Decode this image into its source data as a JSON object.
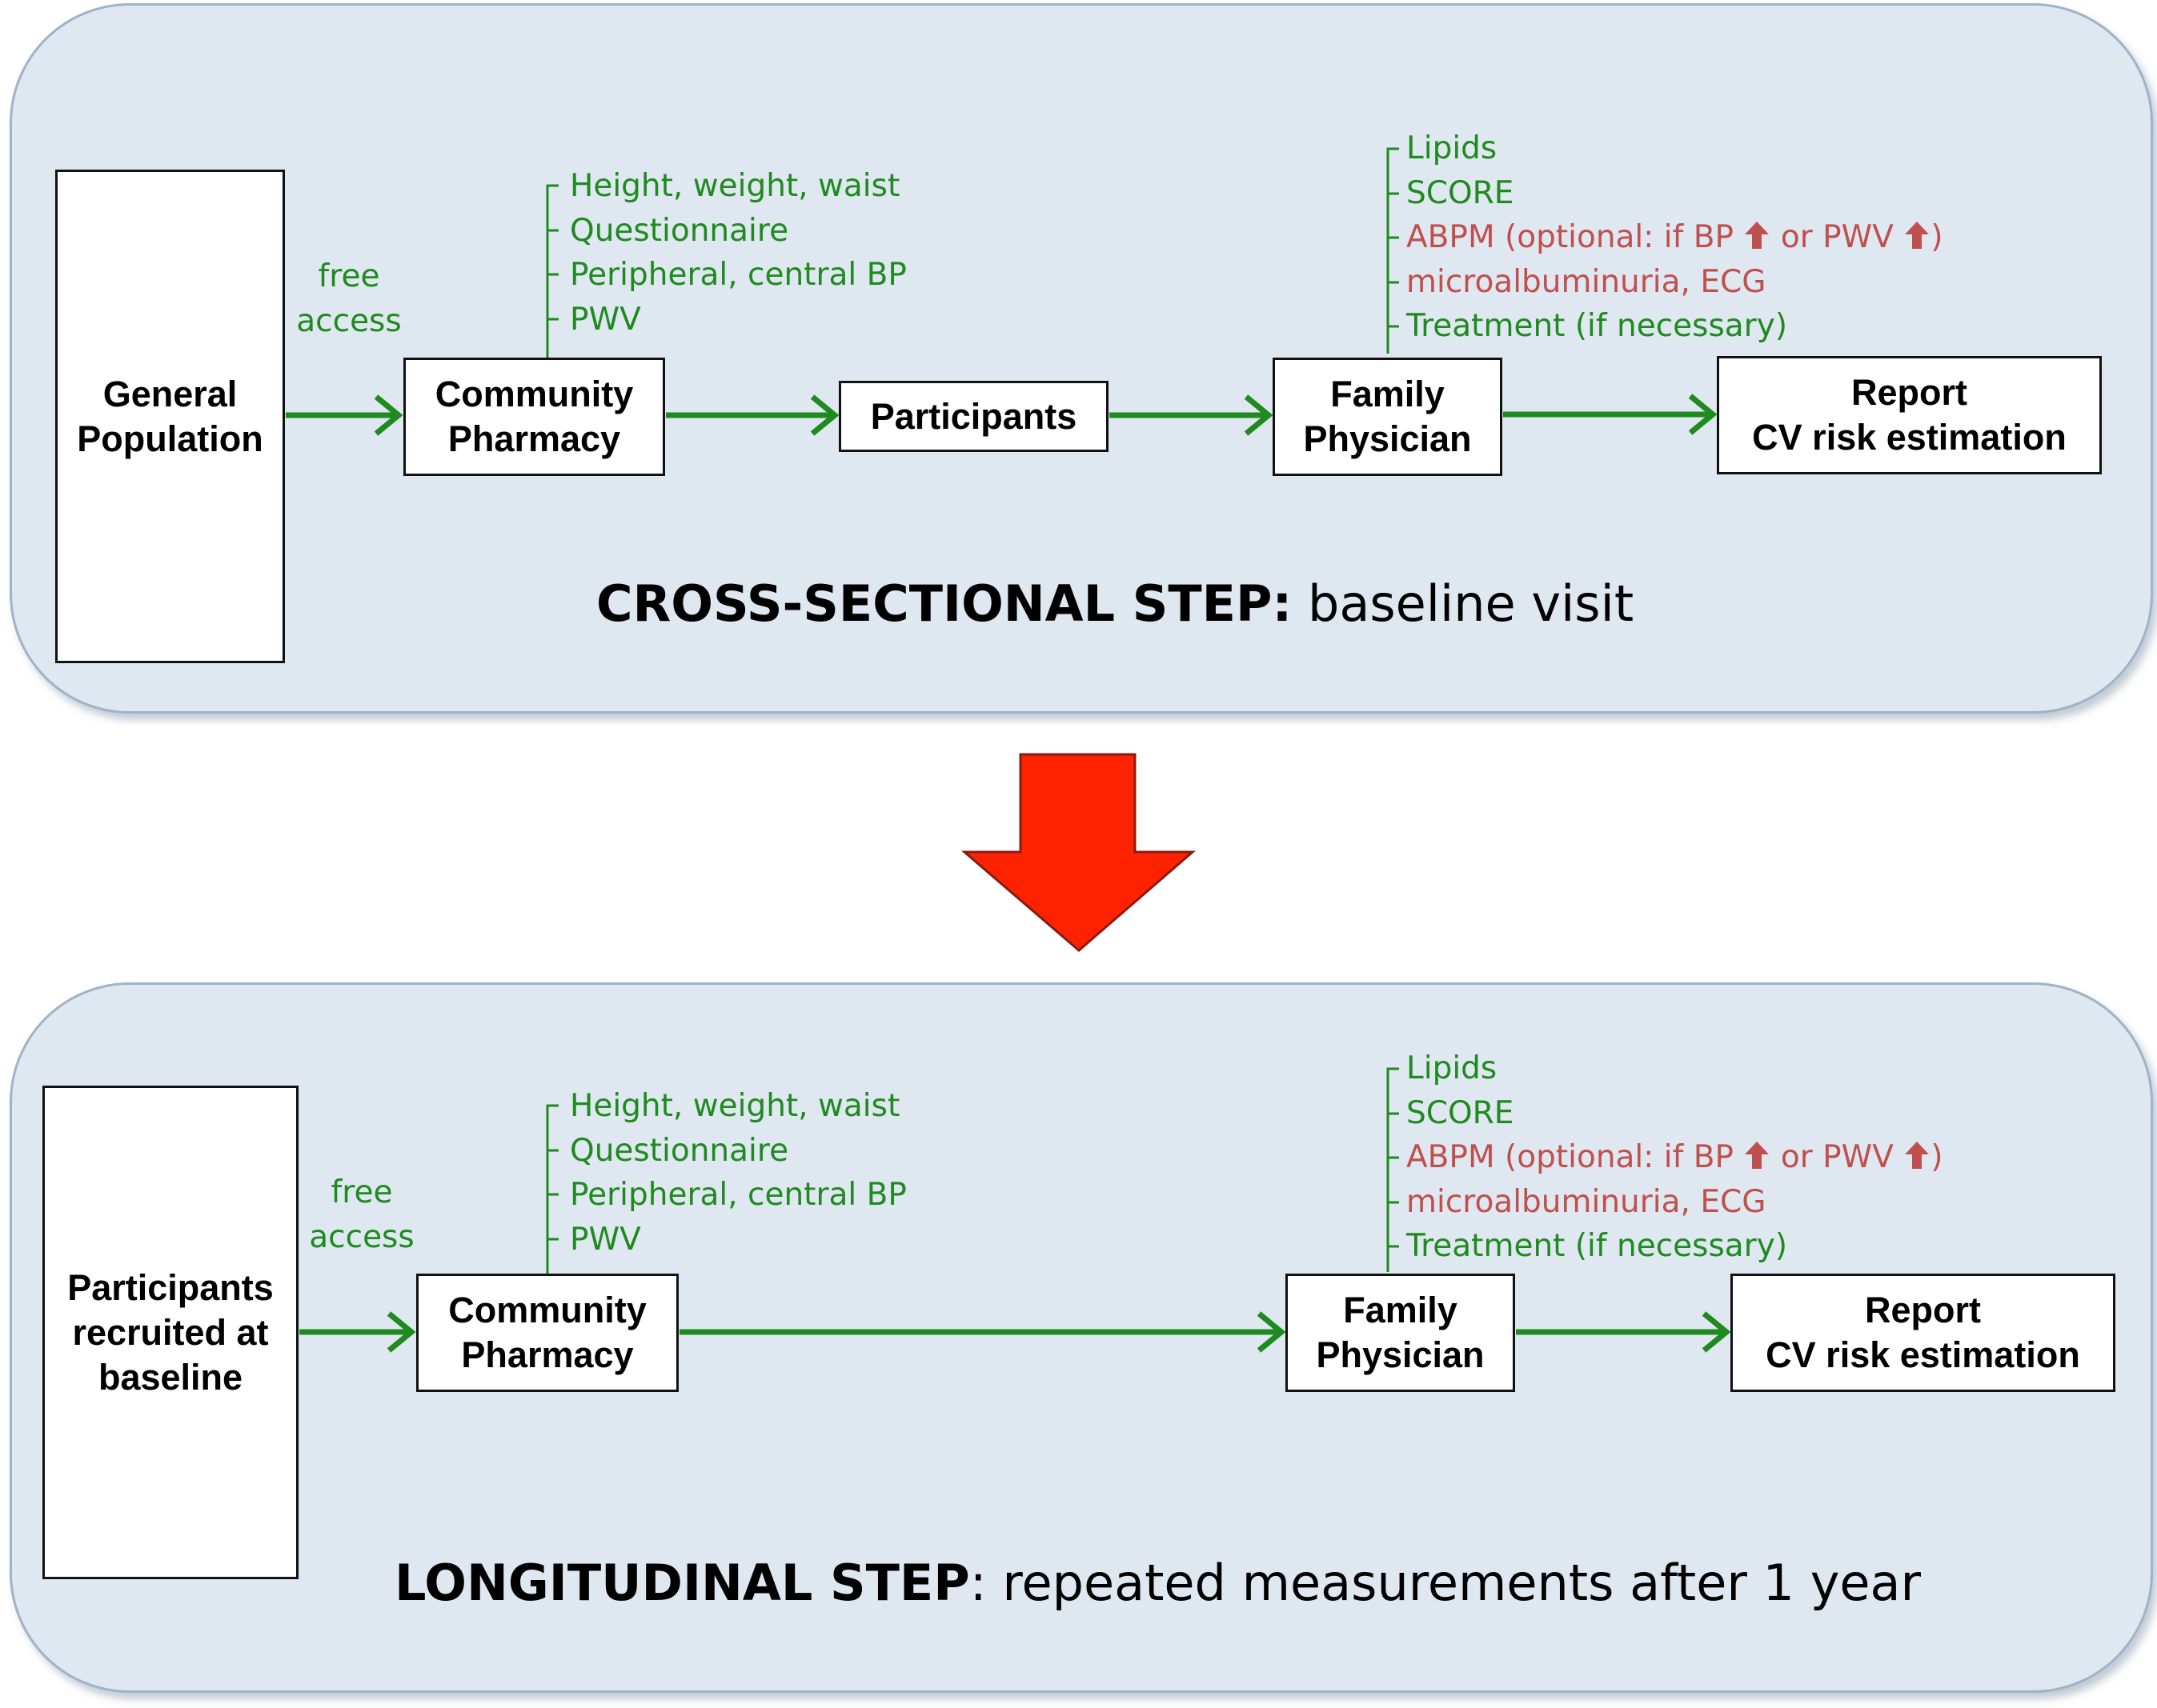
{
  "colors": {
    "panel_fill": "#dfe8f1",
    "panel_border": "#9fb3c8",
    "arrow_green": "#1f8a1f",
    "text_green": "#1f8a1f",
    "text_red": "#c0504d",
    "big_arrow_red": "#ff2200"
  },
  "cross_sectional": {
    "source_box": "General\nPopulation",
    "access_label": "free\naccess",
    "pharmacy_box": "Community\nPharmacy",
    "pharmacy_items": [
      "Height, weight, waist",
      "Questionnaire",
      "Peripheral, central  BP",
      "PWV"
    ],
    "participants_box": "Participants",
    "physician_box": "Family\nPhysician",
    "physician_items": [
      {
        "text": "Lipids",
        "color": "green"
      },
      {
        "text": "SCORE",
        "color": "green"
      },
      {
        "text": "ABPM (optional: if BP",
        "arrow_icon": "up-arrow-icon",
        "text2": "or PWV",
        "color": "red"
      },
      {
        "text": "microalbuminuria, ECG",
        "color": "red"
      },
      {
        "text": "Treatment (if necessary)",
        "color": "green"
      }
    ],
    "report_box": "Report\nCV risk estimation",
    "title_bold": "CROSS-SECTIONAL STEP:",
    "title_rest": " baseline visit"
  },
  "longitudinal": {
    "source_box": "Participants\nrecruited at\nbaseline",
    "access_label": "free\naccess",
    "pharmacy_box": "Community\nPharmacy",
    "pharmacy_items": [
      "Height, weight, waist",
      "Questionnaire",
      "Peripheral, central  BP",
      "PWV"
    ],
    "physician_box": "Family\nPhysician",
    "physician_items": [
      {
        "text": "Lipids",
        "color": "green"
      },
      {
        "text": "SCORE",
        "color": "green"
      },
      {
        "text": "ABPM (optional: if BP",
        "arrow_icon": "up-arrow-icon",
        "text2": "or PWV",
        "color": "red"
      },
      {
        "text": "microalbuminuria, ECG",
        "color": "red"
      },
      {
        "text": "Treatment (if necessary)",
        "color": "green"
      }
    ],
    "report_box": "Report\nCV risk estimation",
    "title_bold": "LONGITUDINAL STEP",
    "title_rest": ": repeated measurements after 1 year"
  },
  "transition_icon": "down-arrow-icon"
}
